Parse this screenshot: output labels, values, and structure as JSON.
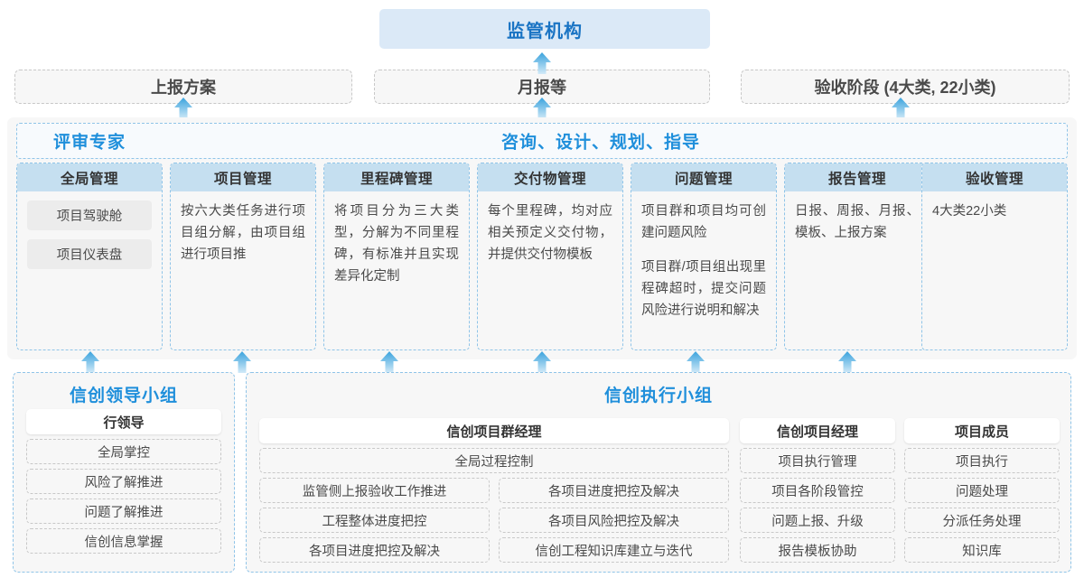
{
  "top": {
    "authority": "监管机构",
    "deliverables": [
      "上报方案",
      "月报等",
      "验收阶段 (4大类, 22小类)"
    ]
  },
  "middle": {
    "header_left": "评审专家",
    "header_center": "咨询、设计、规划、指导",
    "columns": [
      {
        "title": "全局管理",
        "pills": [
          "项目驾驶舱",
          "项目仪表盘"
        ],
        "paragraphs": []
      },
      {
        "title": "项目管理",
        "pills": [],
        "paragraphs": [
          "按六大类任务进行项目组分解，由项目组进行项目推"
        ]
      },
      {
        "title": "里程碑管理",
        "pills": [],
        "paragraphs": [
          "将项目分为三大类型，分解为不同里程碑，有标准并且实现差异化定制"
        ]
      },
      {
        "title": "交付物管理",
        "pills": [],
        "paragraphs": [
          "每个里程碑，均对应相关预定义交付物，并提供交付物模板"
        ]
      },
      {
        "title": "问题管理",
        "pills": [],
        "paragraphs": [
          "项目群和项目均可创建问题风险",
          "项目群/项目组出现里程碑超时，提交问题风险进行说明和解决"
        ]
      },
      {
        "title": "报告管理",
        "pills": [],
        "paragraphs": [
          "日报、周报、月报、模板、上报方案"
        ]
      },
      {
        "title": "验收管理",
        "pills": [],
        "paragraphs": [
          "4大类22小类"
        ]
      }
    ]
  },
  "bottom": {
    "leader_group": {
      "title": "信创领导小组",
      "role": "行领导",
      "tasks": [
        "全局掌控",
        "风险了解推进",
        "问题了解推进",
        "信创信息掌握"
      ]
    },
    "exec_group": {
      "title": "信创执行小组",
      "program_manager": {
        "role": "信创项目群经理",
        "full_task": "全局过程控制",
        "task_rows": [
          [
            "监管侧上报验收工作推进",
            "各项目进度把控及解决"
          ],
          [
            "工程整体进度把控",
            "各项目风险把控及解决"
          ],
          [
            "各项目进度把控及解决",
            "信创工程知识库建立与迭代"
          ]
        ]
      },
      "project_manager": {
        "role": "信创项目经理",
        "tasks": [
          "项目执行管理",
          "项目各阶段管控",
          "问题上报、升级",
          "报告模板协助"
        ]
      },
      "member": {
        "role": "项目成员",
        "tasks": [
          "项目执行",
          "问题处理",
          "分派任务处理",
          "知识库"
        ]
      }
    }
  },
  "arrows": {
    "icon": "arrow-up-icon",
    "color_top": "#3aa3dd",
    "color_bottom": "#cfe8f7",
    "upper_row_x": [
      203,
      600,
      997
    ],
    "lower_row_x": [
      100,
      268,
      431,
      600,
      770,
      938
    ]
  },
  "colors": {
    "accent_blue": "#1f8fdb",
    "authority_bg": "#dbe9f7",
    "col_title_bg": "#c5dff0",
    "panel_bg": "#f7f7f7",
    "dash_gray": "#c8c8c8",
    "dash_blue": "#8fc4e8"
  }
}
